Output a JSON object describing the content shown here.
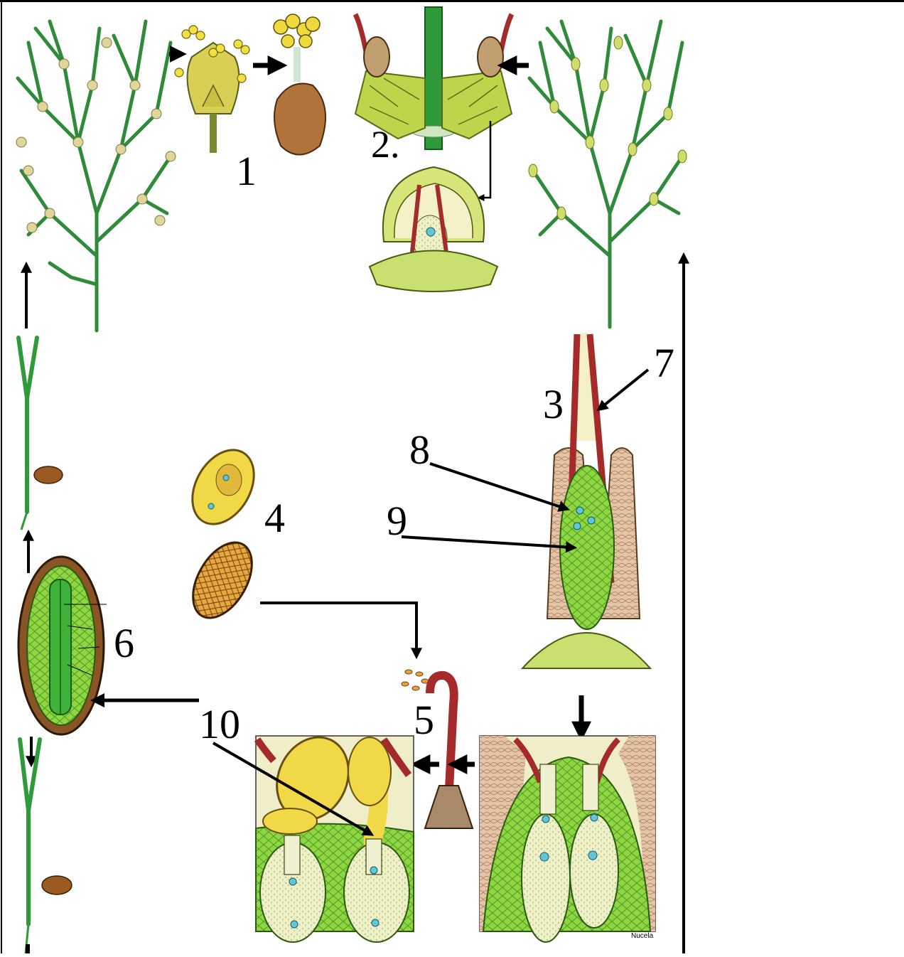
{
  "diagram": {
    "stage_labels": [
      {
        "id": "1",
        "text": "1"
      },
      {
        "id": "2",
        "text": "2."
      },
      {
        "id": "3",
        "text": "3"
      },
      {
        "id": "4",
        "text": "4"
      },
      {
        "id": "5",
        "text": "5"
      },
      {
        "id": "6",
        "text": "6"
      },
      {
        "id": "7",
        "text": "7"
      },
      {
        "id": "8",
        "text": "8"
      },
      {
        "id": "9",
        "text": "9"
      },
      {
        "id": "10",
        "text": "10"
      }
    ],
    "detail_label": "Nucela"
  },
  "colors": {
    "stem_green": "#3fa046",
    "node_white": "#e8efe0",
    "flower_yellow": "#e9e24a",
    "cone_green": "#b9d75a",
    "ovule_red": "#b22a2a",
    "tissue_green": "#7fd03a",
    "pollen_orange": "#e6a23a",
    "seed_brown": "#8a5a2a",
    "cream": "#f4f0c8",
    "tan_cells": "#d8b090"
  }
}
